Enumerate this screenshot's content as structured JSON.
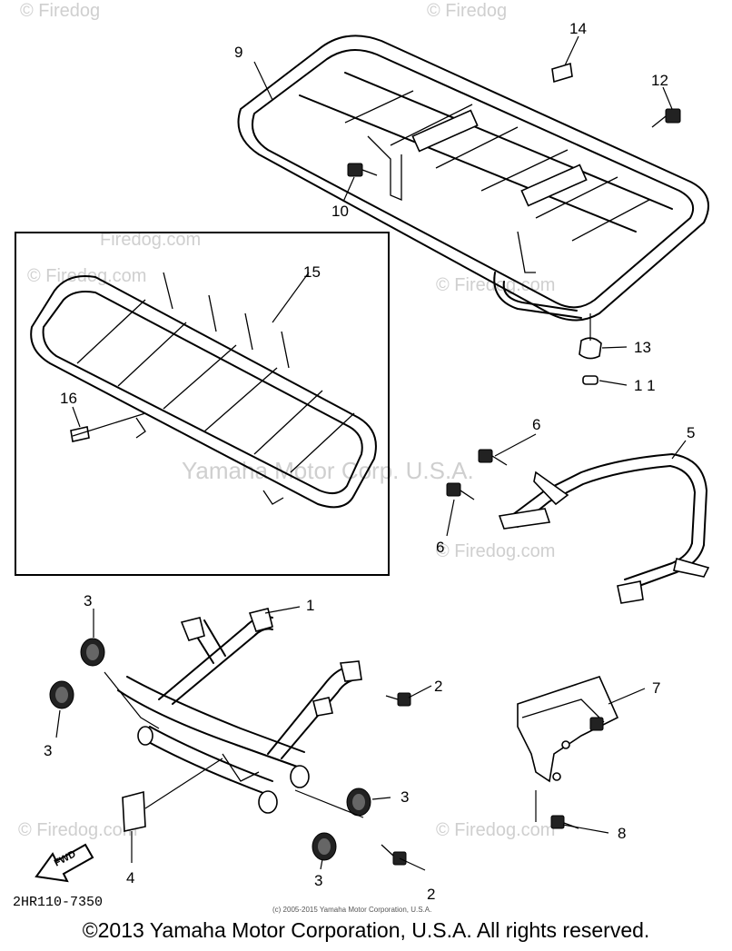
{
  "callouts": {
    "c1": "1",
    "c2a": "2",
    "c2b": "2",
    "c3a": "3",
    "c3b": "3",
    "c3c": "3",
    "c3d": "3",
    "c4": "4",
    "c5": "5",
    "c6a": "6",
    "c6b": "6",
    "c7": "7",
    "c8": "8",
    "c9": "9",
    "c10": "10",
    "c11": "1 1",
    "c12": "12",
    "c13": "13",
    "c14": "14",
    "c15": "15",
    "c16": "16"
  },
  "fwd_label": "FWD",
  "diagram_code": "2HR110-7350",
  "watermarks": {
    "yamaha_center": "Yamaha Motor Corp. U.S.A.",
    "firedog": "© Firedog.com",
    "firedog_top": "© Firedog",
    "firedog_plain": "Firedog.com",
    "small_copyright": "(c) 2005-2015 Yamaha Motor Corporation, U.S.A."
  },
  "footer": {
    "copyright": "©2013 Yamaha Motor Corporation, U.S.A. All rights reserved."
  }
}
